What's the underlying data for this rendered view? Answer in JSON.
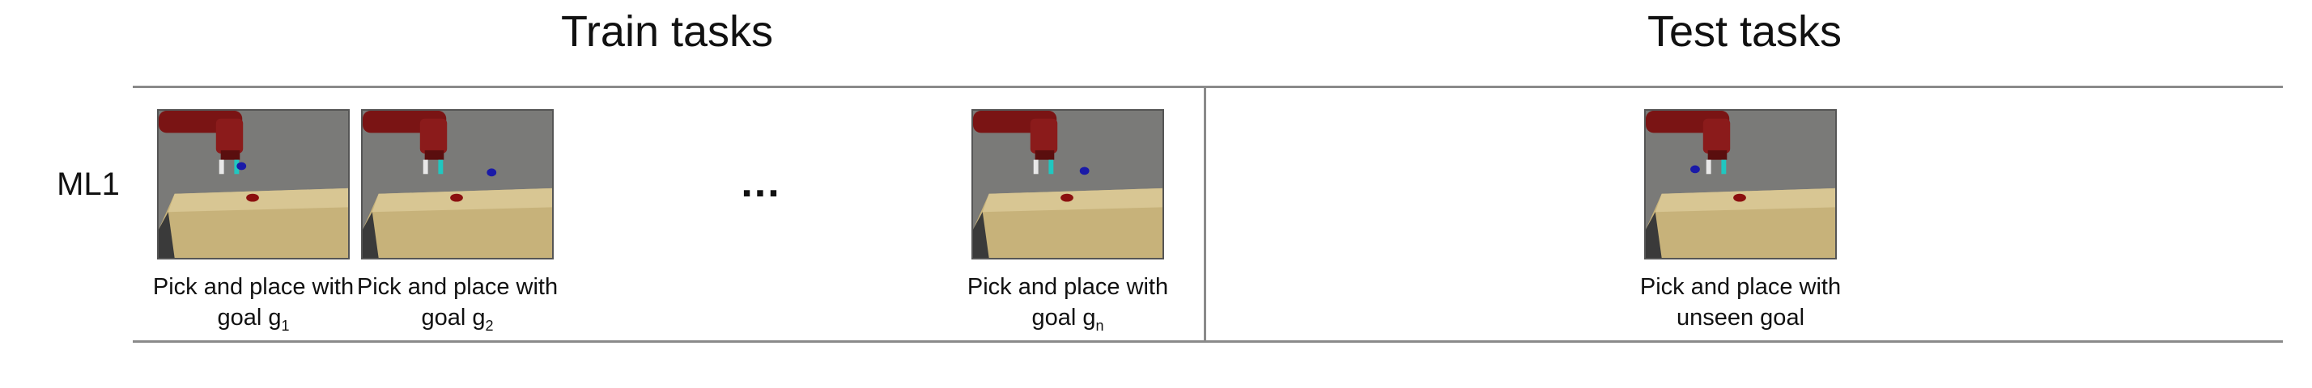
{
  "headers": {
    "train": "Train tasks",
    "test": "Test tasks"
  },
  "row_label": "ML1",
  "ellipsis": "...",
  "train_items": [
    {
      "caption_line1": "Pick and place with",
      "caption_line2": "goal g",
      "subscript": "1"
    },
    {
      "caption_line1": "Pick and place with",
      "caption_line2": "goal g",
      "subscript": "2"
    },
    {
      "caption_line1": "Pick and place with",
      "caption_line2": "goal g",
      "subscript": "n"
    }
  ],
  "test_item": {
    "caption_line1": "Pick and place with",
    "caption_line2": "unseen goal"
  },
  "colors": {
    "robot": "#7a1414",
    "table": "#c9b47a",
    "goal": "#1a1aa8",
    "puck": "#8b0f0f",
    "gripper_tip": "#20c7c0",
    "background": "#7a7a78"
  }
}
